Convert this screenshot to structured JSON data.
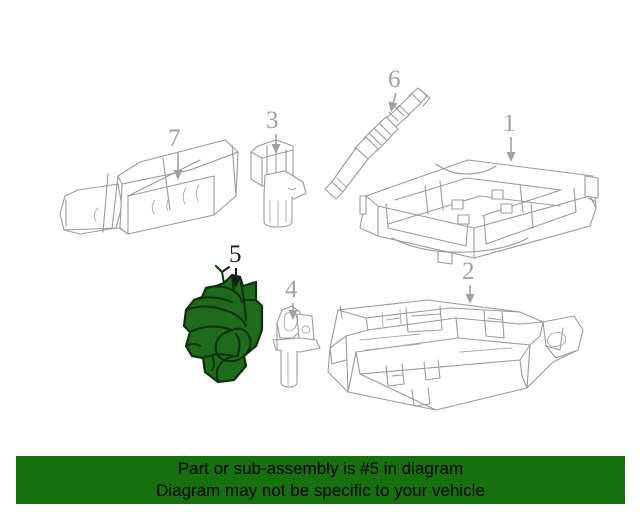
{
  "diagram": {
    "title": "Automotive parts exploded diagram",
    "background_color": "#ffffff",
    "outline_color": "#9a9a9a",
    "highlight_color": "#1d6b1b",
    "highlight_outline_color": "#0d2f0c",
    "callouts": [
      {
        "number": "1",
        "name": "engine-control-module",
        "highlighted": false
      },
      {
        "number": "2",
        "name": "ecu-housing-tray",
        "highlighted": false
      },
      {
        "number": "3",
        "name": "camshaft-position-sensor",
        "highlighted": false
      },
      {
        "number": "4",
        "name": "crankshaft-position-sensor",
        "highlighted": false
      },
      {
        "number": "5",
        "name": "highlighted-sensor-actuator",
        "highlighted": true
      },
      {
        "number": "6",
        "name": "glow-plug",
        "highlighted": false
      },
      {
        "number": "7",
        "name": "engine-cover-duct",
        "highlighted": false
      }
    ],
    "labels": {
      "one": "1",
      "two": "2",
      "three": "3",
      "four": "4",
      "five": "5",
      "six": "6",
      "seven": "7"
    }
  },
  "notice": {
    "background_color": "#15700d",
    "text_color": "#000000",
    "line1": "Part or sub-assembly is #5 in diagram",
    "line2": "Diagram may not be specific to your vehicle"
  }
}
